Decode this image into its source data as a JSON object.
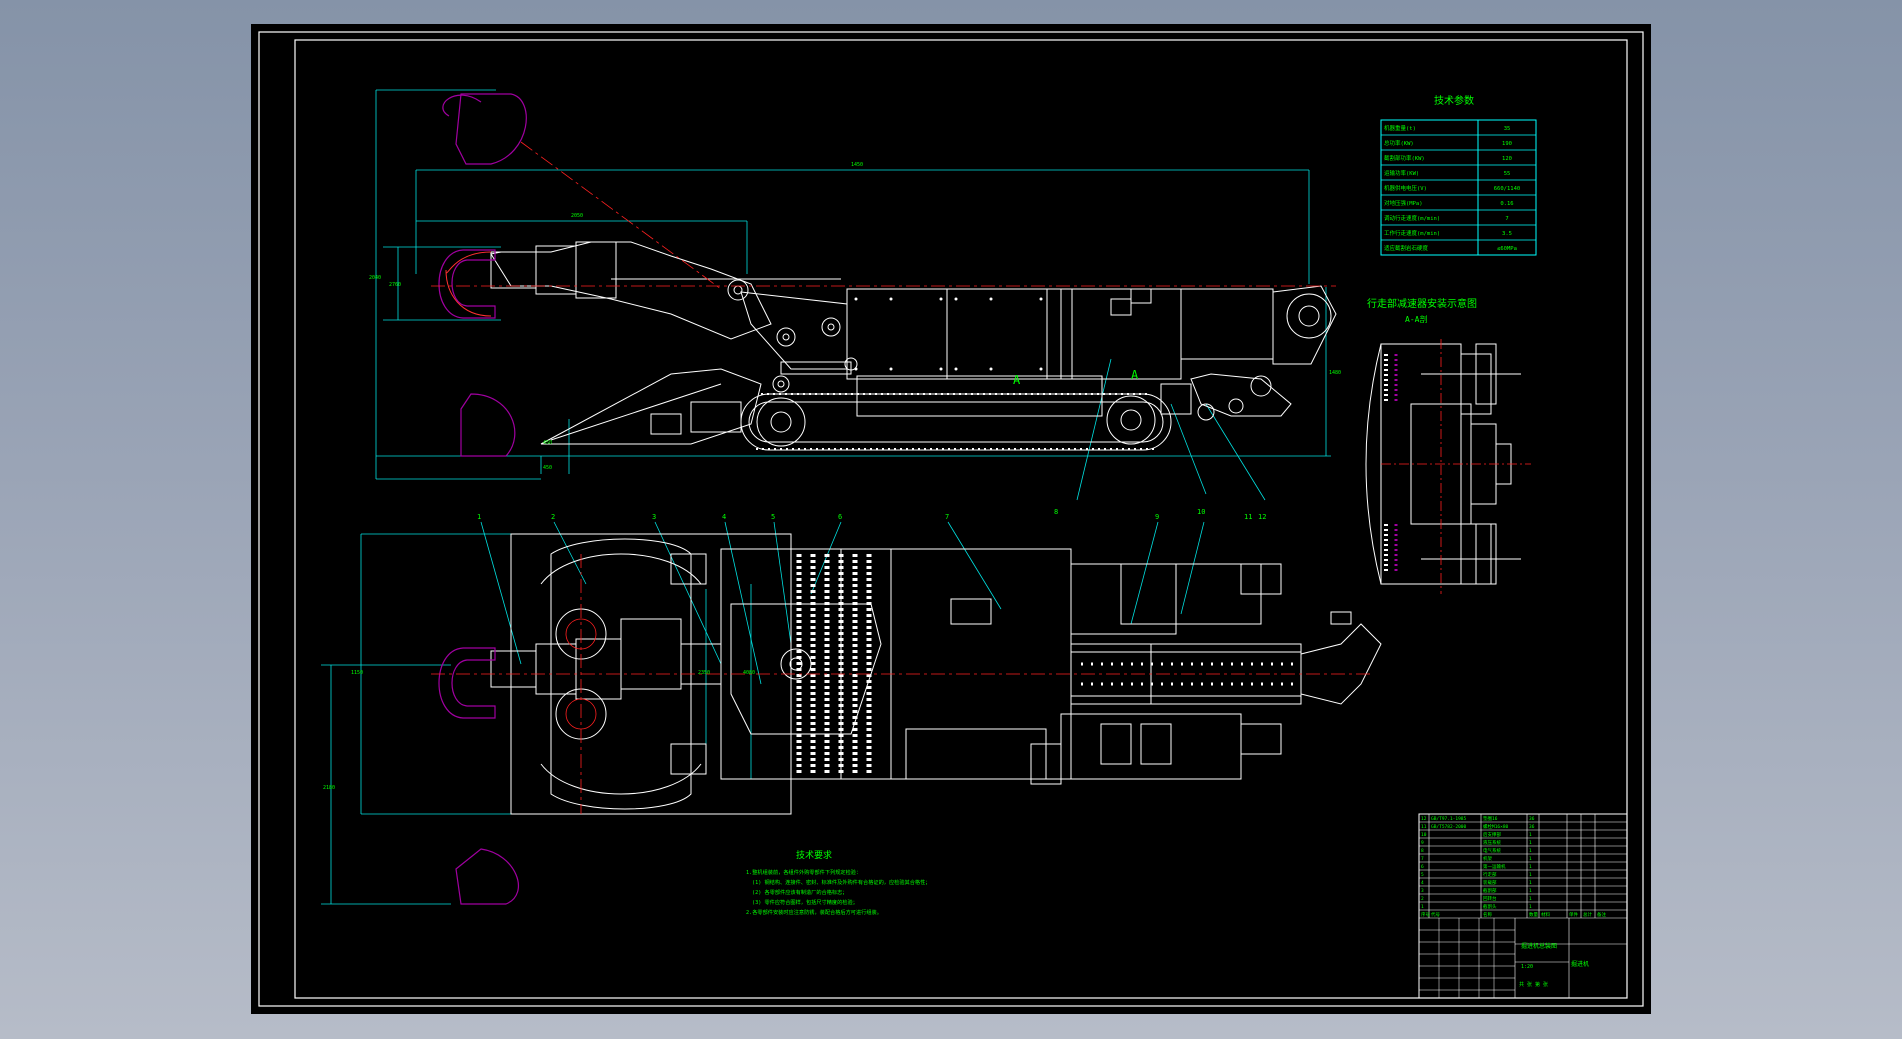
{
  "colors": {
    "background": "#000000",
    "outline": "#ffffff",
    "text": "#00ff00",
    "dimension": "#00ffff",
    "hidden": "#a000a0",
    "centerline": "#ff0000"
  },
  "tech_params": {
    "title": "技术参数",
    "rows": [
      {
        "label": "机器重量(t)",
        "value": "35"
      },
      {
        "label": "总功率(KW)",
        "value": "190"
      },
      {
        "label": "截割部功率(KW)",
        "value": "120"
      },
      {
        "label": "运输功率(KW)",
        "value": "55"
      },
      {
        "label": "机器供电电压(V)",
        "value": "660/1140"
      },
      {
        "label": "对地压强(MPa)",
        "value": "0.16"
      },
      {
        "label": "调动行走速度(m/min)",
        "value": "7"
      },
      {
        "label": "工作行走速度(m/min)",
        "value": "3.5"
      },
      {
        "label": "适应截割岩石硬度",
        "value": "≤60MPa"
      }
    ]
  },
  "section_view": {
    "title": "行走部减速器安装示意图",
    "subtitle": "A-A剖"
  },
  "side_view": {
    "dims": [
      "1450",
      "2050",
      "2040",
      "2760",
      "1480",
      "450",
      "450"
    ],
    "section_marks": [
      "A",
      "A"
    ]
  },
  "top_view": {
    "callouts": [
      "1",
      "2",
      "3",
      "4",
      "5",
      "6",
      "7",
      "8",
      "9",
      "10",
      "11",
      "12"
    ],
    "dims": [
      "1150",
      "2180",
      "2350",
      "4080"
    ]
  },
  "requirements": {
    "title": "技术要求",
    "lines": [
      "1.整机组装前，各组件外购零部件下列规定检验：",
      "(1) 钢结构、连接件、密封、标准件及外购件有合格证的，应检验其合格性；",
      "(2) 各零部件应该有制造厂的合格标志；",
      "(3) 零件应符合图样，包括尺寸精度的检验；",
      "2.各零部件安装时应注意防锈，装配合格后方可进行组装。"
    ]
  },
  "title_block": {
    "parts": [
      {
        "no": "12",
        "code": "GB/T97.1-1985",
        "name": "垫圈16",
        "qty": "36"
      },
      {
        "no": "11",
        "code": "GB/T5782-2000",
        "name": "螺栓M16×80",
        "qty": "36"
      },
      {
        "no": "10",
        "code": "",
        "name": "后支撑部",
        "qty": "1"
      },
      {
        "no": "9",
        "code": "",
        "name": "液压系统",
        "qty": "1"
      },
      {
        "no": "8",
        "code": "",
        "name": "电气系统",
        "qty": "1"
      },
      {
        "no": "7",
        "code": "",
        "name": "机架",
        "qty": "1"
      },
      {
        "no": "6",
        "code": "",
        "name": "第一运输机",
        "qty": "1"
      },
      {
        "no": "5",
        "code": "",
        "name": "行走部",
        "qty": "1"
      },
      {
        "no": "4",
        "code": "",
        "name": "装载部",
        "qty": "1"
      },
      {
        "no": "3",
        "code": "",
        "name": "截割部",
        "qty": "1"
      },
      {
        "no": "2",
        "code": "",
        "name": "回转台",
        "qty": "1"
      },
      {
        "no": "1",
        "code": "",
        "name": "截割头",
        "qty": "1"
      }
    ],
    "header": [
      "序号",
      "代号",
      "名称",
      "数量",
      "材料",
      "单件",
      "总计",
      "备注"
    ],
    "drawing_title": "掘进机总装图",
    "company": "掘进机",
    "scale": "1:20",
    "sheet": "共 张 第 张"
  }
}
